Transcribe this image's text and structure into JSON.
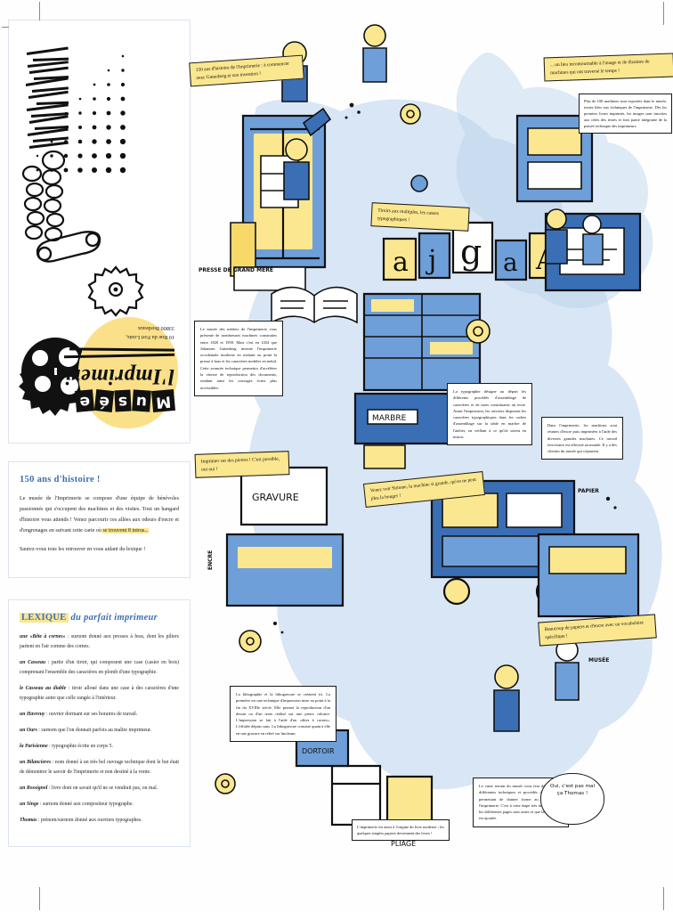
{
  "document": {
    "kind": "illustrated-museum-brochure",
    "language": "fr"
  },
  "cover": {
    "title_blocks": [
      "M",
      "u",
      "s",
      "é",
      "e"
    ],
    "title_word2": "de",
    "title_word3": "l'Imprimerie",
    "address_line1": "10 Rue du Fort Louis,",
    "address_line2": "33800 Bordeaux"
  },
  "history_panel": {
    "title": "150 ans d'histoire !",
    "paragraph1_a": "Le musée de l'Imprimerie se compose d'une équipe de bénévoles passionnés qui s'occupent des machines et des visites. Tout un hangard d'histoire vous attends ! Venez parcourir ces allées aux odeurs d'encre et d'engrenages en suivant cette carte où ",
    "paragraph1_highlight": "se trouvent 8 intrus...",
    "paragraph2": "Saurez-vous tous les retrouver en vous aidant du lexique !"
  },
  "lexique_panel": {
    "title_highlight": "LEXIQUE",
    "title_rest": " du parfait imprimeur",
    "entries": [
      {
        "term": "une «Bête à cornes»",
        "definition": " : surnom donné aux presses à bras, dont les piliers partent en l'air comme des cornes."
      },
      {
        "term": "un Casseau",
        "definition": " : partie d'un tiroir, qui composent une case (casier en bois) comprenant l'ensemble des caractères en plomb d'une typographie."
      },
      {
        "term": "le Casseau au diable",
        "definition": " : tiroir alloué dans une case à des caractères d'une typographie autre que celle rangée à l'intérieur."
      },
      {
        "term": "un Havreuy",
        "definition": " : ouvrier dormant sur ses horaires de travail."
      },
      {
        "term": "un Ours",
        "definition": " : surnom que l'on donnait parfois au maître imprimeur."
      },
      {
        "term": "la Parisienne",
        "definition": " : typographie écrite en corps 5."
      },
      {
        "term": "un Bilancieres",
        "definition": " : nom donné à un très bel ouvrage technique dont le but était de démontrer le savoir de l'imprimerie et non destiné à la vente."
      },
      {
        "term": "un Rossignol",
        "definition": " : livre dont on savait qu'il ne se vendrait pas, ou mal."
      },
      {
        "term": "un Singe",
        "definition": " : surnom donné aux compositeur typographe."
      },
      {
        "term": "Thomas",
        "definition": " : prénom/surnom donné aux ouvriers typographes."
      }
    ]
  },
  "map_bubbles": {
    "intro": "150 ans d'histoire de l'Imprimerie : à commencer avec Gutenberg et son invention !",
    "top_right_banner": "... un lieu incontournable à l'image et de dizaines de machines qui ont traversé le temps !",
    "top_right_text": "Plus de 100 machines sont exposées dans le musée, toutes liées aux techniques de l'imprimerie. Dès les premiers livres imprimés, les images sont inscrites aux côtés des textes et font partie intégrante de la pensée technique des imprimeurs.",
    "gutenberg_text": "Le musée des métiers de l'imprimerie vous présente de nombreuses machines construites entre 1820 et 1950. Mais c'est en 1454 que Johannes Gutenberg invente l'imprimerie occidentale moderne en mettant au point la presse à bras et les caractères mobiles en métal. Cette avancée technique permettra d'accélérer la vitesse de reproduction des documents, rendant ainsi les ouvrages écrits plus accessibles.",
    "casses": "Tiroirs aux multiples, les casses typographiques !",
    "pierres": "Imprimer sur des pierres ! C'est possible, oui oui !",
    "simone": "Venez voir Simone, la machine si grande, qu'on ne peut plus la bouger !",
    "typographie_text": "La typographie désigne au départ les différents procédés d'assemblage de caractères et de mots constituants un texte. Avant l'impression, les ouvriers disposent les caractères typographiques dans les cadres d'assemblage sur la table en marbre de l'atelier, en veillant à ce qu'ils soient en miroir.",
    "imprimerie_mach_text": "Dans l'imprimerie, les machines sont réunies d'encre puis imprimées à l'aide des diverses grandes machines. Ce travail ferroviaire est effectué au monde. Il y a des clientes du musée qui s'ajoutent.",
    "lithographie_text": "La lithographie et la lithogravure se créaient ici. La première est une technique d'impression mise au point à la fin du XVIIIe siècle. Elle permet la reproduction d'un dessin ou d'un texte réalisé sur une pierre calcaire. L'impression se fait à l'aide d'un «dites à cornes». L'effulée dépuis sans. La lithogravure consiste quant à elle en une gravure en relief sur linoleum.",
    "papiers": "Beaucoup de papiers et d'encre avec un vocabulaire spécifique !",
    "livres_text": "L'imprimerie est aussi à l'origine du livre moderne ; les quelques simples papiers deviennent des livres !",
    "musee_text": "Le vaste terrain du musée vous fera découvrir les différentes techniques et procédés d'assemblages permettant de donner forme au papier dans l'imprimerie. C'est à cette étape très importante que les différentes pages sont unies et que la couverture est ajoutée.",
    "thomas": "Oui, c'est pas mal ça Thomas !",
    "signs": {
      "presse": "PRESSE DE GRAND MÈRE",
      "gravure": "GRAVURE",
      "marbre": "MARBRE",
      "musee": "MUSÉE",
      "dortoir": "DORTOIR",
      "pliage": "PLIAGE",
      "encre": "ENCRE",
      "papier": "PAPIER"
    },
    "letters": [
      "a",
      "j",
      "g",
      "a",
      "A"
    ]
  },
  "colors": {
    "accent_blue": "#3b6fb5",
    "mid_blue": "#5b8fd0",
    "pale_blue": "#b9d2ec",
    "yellow": "#fbe78f",
    "deep_yellow": "#fbe08a",
    "ink": "#111111"
  }
}
